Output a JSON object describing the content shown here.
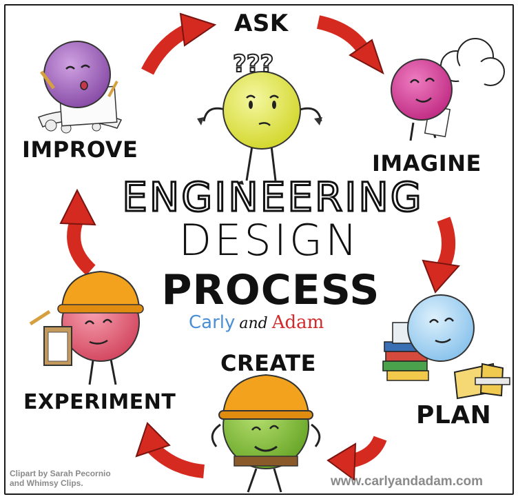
{
  "steps": {
    "ask": "ASK",
    "imagine": "IMAGINE",
    "plan": "PLAN",
    "create": "CREATE",
    "experiment": "EXPERIMENT",
    "improve": "IMPROVE"
  },
  "title": {
    "line1": "ENGINEERING",
    "line2": "DESIGN",
    "line3": "PROCESS"
  },
  "brand": {
    "name1": "Carly",
    "conjunction": "and",
    "name2": "Adam"
  },
  "footer": {
    "credit_line1": "Clipart by Sarah Pecornio",
    "credit_line2": "and Whimsy Clips.",
    "website": "www.carlyandadam.com"
  },
  "ask_marks": "???",
  "colors": {
    "arrow": "#d42a1f",
    "ask_ball": "#e6ea4c",
    "imagine_ball": "#d8449a",
    "plan_ball": "#a8d6f2",
    "create_ball": "#8cc43a",
    "experiment_ball": "#e86a7e",
    "improve_ball": "#a56cc1",
    "hard_hat": "#f2a21c"
  }
}
